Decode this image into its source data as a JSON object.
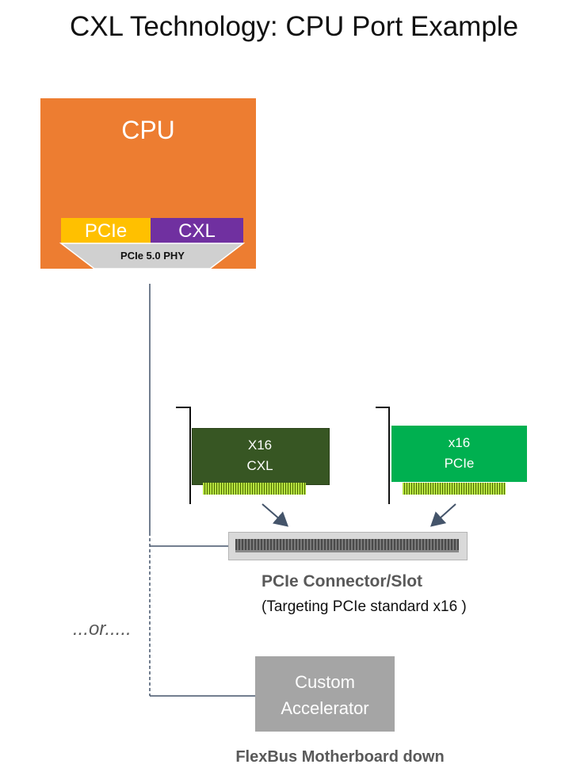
{
  "title": "CXL Technology: CPU Port Example",
  "cpu": {
    "label": "CPU",
    "pcie_label": "PCIe",
    "cxl_label": "CXL",
    "phy_label": "PCIe 5.0 PHY"
  },
  "cards": {
    "cxl_card": {
      "line1": "X16",
      "line2": "CXL"
    },
    "pcie_card": {
      "line1": "x16",
      "line2": "PCIe"
    }
  },
  "connector": {
    "title": "PCIe Connector/Slot",
    "subtitle": "(Targeting PCIe standard x16 )"
  },
  "or_label": "...or.....",
  "accelerator": {
    "line1": "Custom",
    "line2": "Accelerator"
  },
  "flexbus_label": "FlexBus Motherboard down",
  "colors": {
    "cpu": "#ED7D31",
    "pcie": "#FFC000",
    "cxl": "#7030A0",
    "cxl_card": "#375623",
    "pcie_card": "#00B050",
    "accelerator": "#A5A5A5"
  }
}
